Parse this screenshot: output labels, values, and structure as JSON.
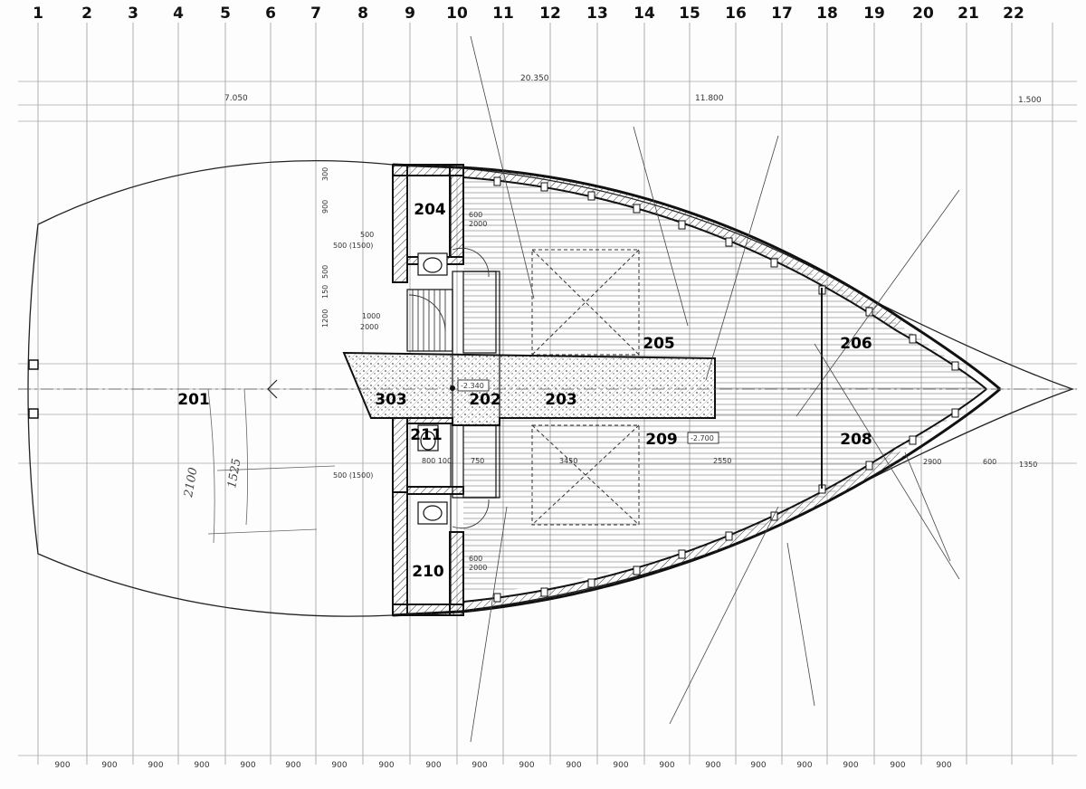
{
  "grid": {
    "labels": [
      "1",
      "2",
      "3",
      "4",
      "5",
      "6",
      "7",
      "8",
      "9",
      "10",
      "11",
      "12",
      "13",
      "14",
      "15",
      "16",
      "17",
      "18",
      "19",
      "20",
      "21",
      "22"
    ],
    "bottom_dims": [
      "900",
      "900",
      "900",
      "900",
      "900",
      "900",
      "900",
      "900",
      "900",
      "900",
      "900",
      "900",
      "900",
      "900",
      "900",
      "900",
      "900",
      "900",
      "900",
      "900"
    ]
  },
  "overall_dims": {
    "total": "20.350",
    "left": "7.050",
    "right": "11.800",
    "far_right": "1.500"
  },
  "rooms": {
    "r201": "201",
    "r202": "202",
    "r203": "203",
    "r204": "204",
    "r205": "205",
    "r206": "206",
    "r208": "208",
    "r209": "209",
    "r210": "210",
    "r211": "211",
    "r303": "303"
  },
  "levels": {
    "center": "-2.340",
    "nave": "-2.700"
  },
  "dims": {
    "d300a": "300",
    "d900a": "900",
    "d500a": "500",
    "d500b": "500 (1500)",
    "d500c": "500",
    "d150": "150",
    "d1200": "1200",
    "d1000": "1000",
    "d2000": "2000",
    "d600": "600",
    "d2000b": "2000",
    "d750": "750",
    "d800": "800 100",
    "d500d": "500 (1500)",
    "d2900": "2900",
    "d1350": "1350",
    "d600b": "600",
    "d2550": "2550",
    "d3450": "3450",
    "d5000": "2000",
    "d60": "600"
  },
  "handwritten": {
    "h1": "2100",
    "h2": "1525"
  }
}
